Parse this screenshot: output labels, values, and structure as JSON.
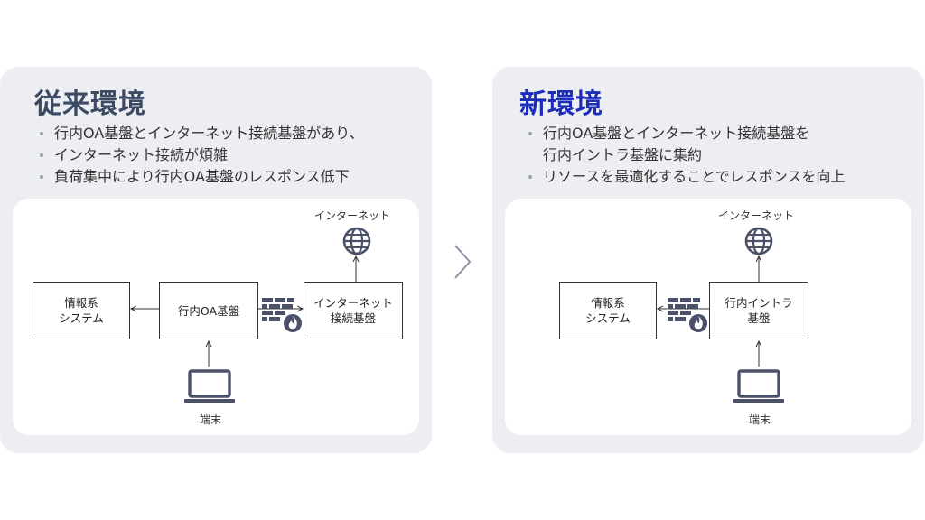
{
  "left": {
    "title": "従来環境",
    "bullets": [
      "行内OA基盤とインターネット接続基盤があり、",
      "インターネット接続が煩雑",
      "負荷集中により行内OA基盤のレスポンス低下"
    ],
    "diagram": {
      "internet_label": "インターネット",
      "info_system": "情報系\nシステム",
      "oa_platform": "行内OA基盤",
      "internet_gateway": "インターネット\n接続基盤",
      "terminal_label": "端末"
    }
  },
  "right": {
    "title": "新環境",
    "bullets": [
      "行内OA基盤とインターネット接続基盤を",
      "行内イントラ基盤に集約",
      "リソースを最適化することでレスポンスを向上"
    ],
    "diagram": {
      "internet_label": "インターネット",
      "info_system": "情報系\nシステム",
      "intra_platform": "行内イントラ\n基盤",
      "terminal_label": "端末"
    }
  },
  "icons": [
    "globe-icon",
    "firewall-icon",
    "laptop-icon",
    "chevron-right-icon"
  ],
  "colors": {
    "accent_new": "#1c2db8",
    "title_old": "#3d4a63",
    "icon": "#4a5168"
  }
}
